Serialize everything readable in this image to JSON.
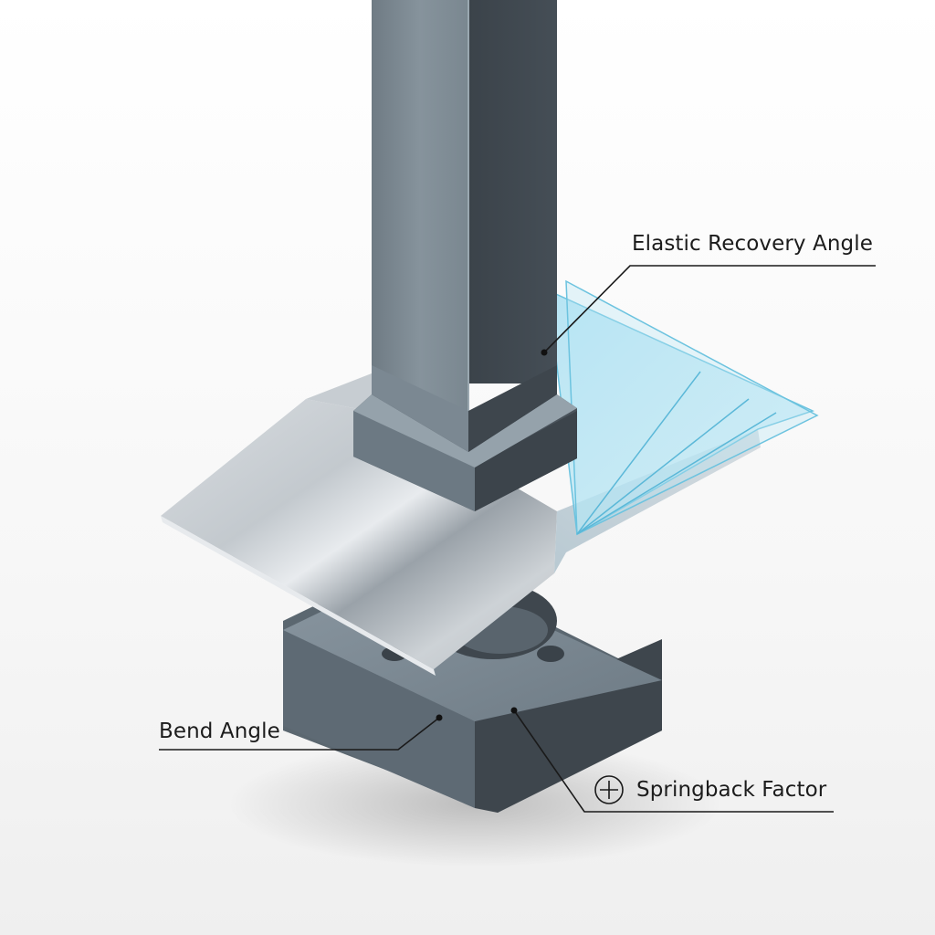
{
  "diagram": {
    "subject": "Sheet metal bending: punch, sheet and die",
    "components": {
      "punch": "square punch with collar",
      "sheet": "metal sheet bent at right edge",
      "die": "square die block with circular cavity and two holes",
      "recovery_planes": "translucent blue planes showing elastic recovery"
    },
    "callouts": [
      {
        "id": "elastic",
        "label": "Elastic Recovery Angle",
        "icon": ""
      },
      {
        "id": "bend",
        "label": "Bend Angle",
        "icon": ""
      },
      {
        "id": "springback",
        "label": "Springback Factor",
        "icon": "circled-plus-icon"
      }
    ],
    "colors": {
      "punch_light": "#7f8c95",
      "punch_dark": "#3d454c",
      "sheet": "#c9ced3",
      "die_top": "#7b8893",
      "die_side_left": "#5b6770",
      "die_side_right": "#3e464d",
      "recovery_blue": "#8fd2ea",
      "recovery_line": "#5bb8d8",
      "leader_line": "#1a1a1a"
    }
  }
}
